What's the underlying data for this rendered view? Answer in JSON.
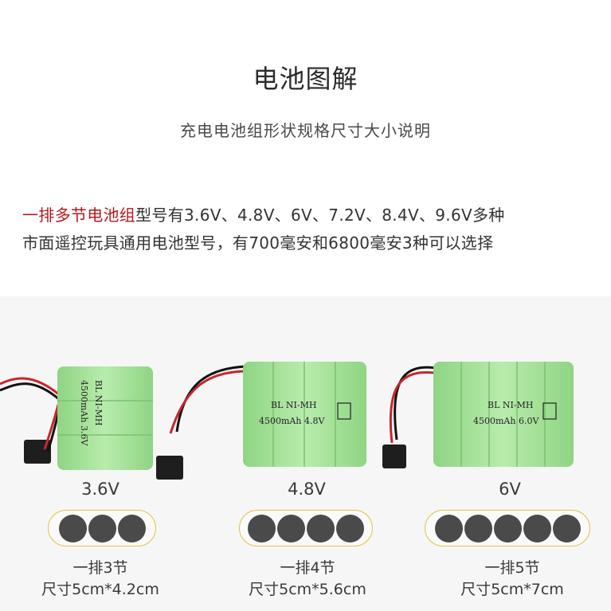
{
  "header": {
    "title": "电池图解",
    "subtitle": "充电电池组形状规格尺寸大小说明"
  },
  "description": {
    "highlight": "一排多节电池组",
    "line1_rest": "型号有3.6V、4.8V、6V、7.2V、8.4V、9.6V多种",
    "line2": "市面遥控玩具通用电池型号，有700毫安和6800毫安3种可以选择"
  },
  "batteries": [
    {
      "voltage": "3.6V",
      "cells": 3,
      "row": "一排3节",
      "size": "尺寸5cm*4.2cm",
      "label_brand": "BL NI-MH",
      "label_spec": "4500mAh 3.6V"
    },
    {
      "voltage": "4.8V",
      "cells": 4,
      "row": "一排4节",
      "size": "尺寸5cm*5.6cm",
      "label_brand": "BL NI-MH",
      "label_spec": "4500mAh 4.8V"
    },
    {
      "voltage": "6V",
      "cells": 5,
      "row": "一排5节",
      "size": "尺寸5cm*7cm",
      "label_brand": "BL NI-MH",
      "label_spec": "4500mAh 6.0V"
    }
  ],
  "colors": {
    "highlight": "#b3181c",
    "cell_fill": "#4a4a4a",
    "pill_border": "#e6c24a",
    "pack_green": "#a6e39a"
  }
}
